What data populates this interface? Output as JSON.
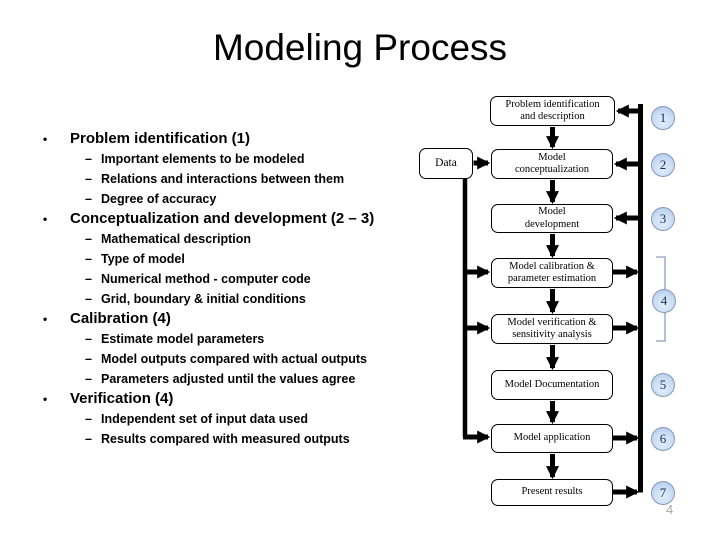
{
  "title": "Modeling Process",
  "page_number": "4",
  "markers": {
    "bullet": "•",
    "dash": "–"
  },
  "bullets": [
    {
      "label": "Problem identification (1)",
      "subs": [
        "Important elements to be modeled",
        "Relations and interactions between them",
        "Degree of accuracy"
      ]
    },
    {
      "label": "Conceptualization and development (2 – 3)",
      "subs": [
        "Mathematical description",
        "Type of model",
        "Numerical method - computer code",
        "Grid, boundary & initial conditions"
      ]
    },
    {
      "label": "Calibration (4)",
      "subs": [
        "Estimate model parameters",
        "Model outputs compared with actual outputs",
        "Parameters adjusted until the values agree"
      ]
    },
    {
      "label": "Verification (4)",
      "subs": [
        "Independent set of input data used",
        "Results compared with measured outputs"
      ]
    }
  ],
  "flowchart": {
    "data_box": "Data",
    "boxes": [
      {
        "line1": "Problem identification",
        "line2": "and description"
      },
      {
        "line1": "Model",
        "line2": "conceptualization"
      },
      {
        "line1": "Model",
        "line2": "development"
      },
      {
        "line1": "Model calibration &",
        "line2": "parameter estimation"
      },
      {
        "line1": "Model verification &",
        "line2": "sensitivity analysis"
      },
      {
        "line1": "Model Documentation",
        "line2": ""
      },
      {
        "line1": "Model application",
        "line2": ""
      },
      {
        "line1": "Present results",
        "line2": ""
      }
    ],
    "steps": [
      "1",
      "2",
      "3",
      "4",
      "5",
      "6",
      "7"
    ],
    "colors": {
      "step_fill": "#c9dcf4",
      "step_border": "#8499b8",
      "bracket": "#9db0cc",
      "connector": "#000000"
    }
  }
}
